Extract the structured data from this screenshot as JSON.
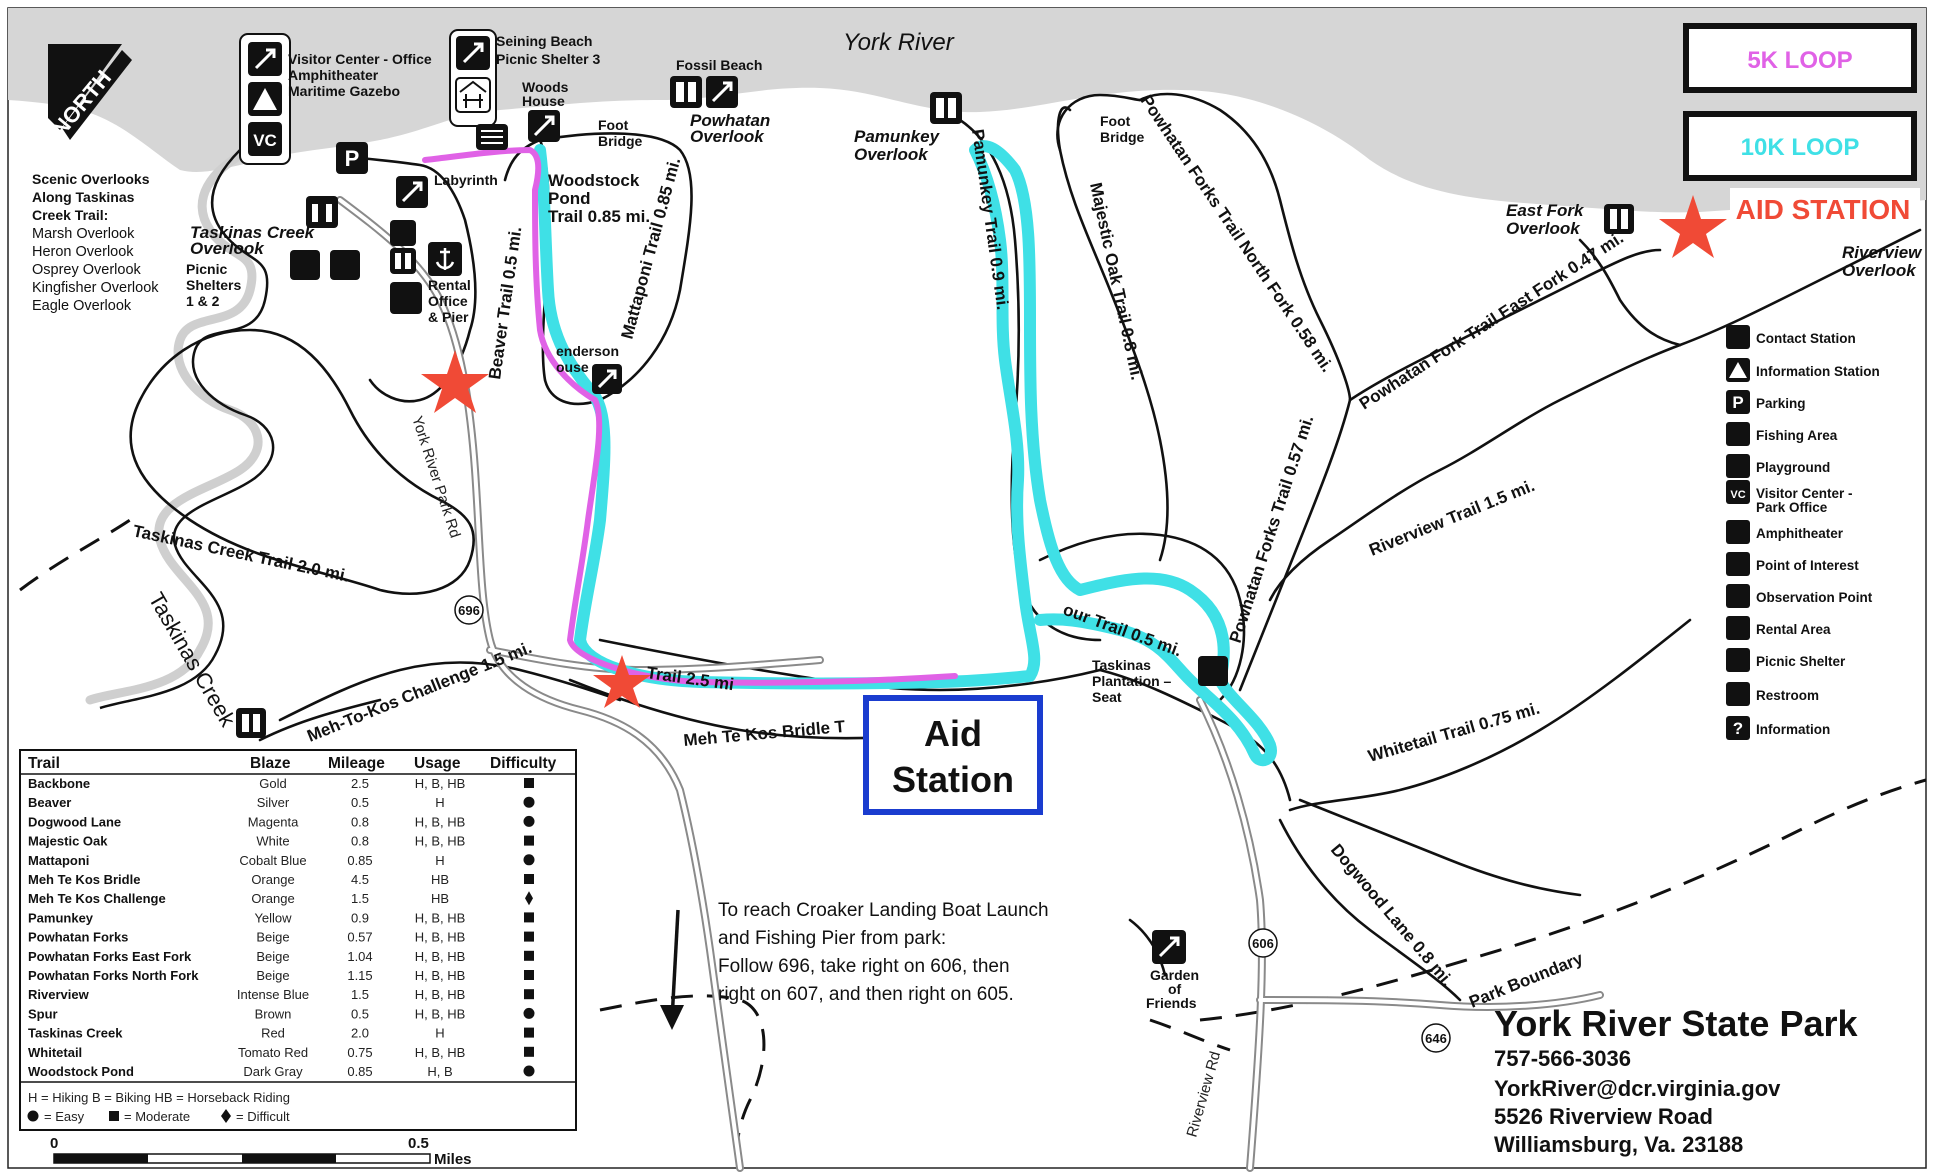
{
  "river": {
    "name": "York River"
  },
  "north_label": "NORTH",
  "loops": {
    "five_k": "5K LOOP",
    "ten_k": "10K LOOP",
    "aid_station_label": "AID STATION"
  },
  "colors": {
    "five_k": "#e062e6",
    "ten_k": "#3fe0e6",
    "aid_box": "#1a3ccf",
    "aid_star": "#f04a36",
    "water": "#d6d6d6",
    "trail": "#111111"
  },
  "aid_box": {
    "line1": "Aid",
    "line2": "Station"
  },
  "places": {
    "visitor_center": "Visitor Center - Office",
    "amphitheater": "Amphitheater",
    "gazebo": "Maritime Gazebo",
    "seining1": "Seining Beach",
    "seining2": "Picnic Shelter 3",
    "woods1": "Woods",
    "woods2": "House",
    "foot_bridge1": "Foot",
    "foot_bridge2": "Bridge",
    "fossil_beach": "Fossil Beach",
    "powhatan_ov1": "Powhatan",
    "powhatan_ov2": "Overlook",
    "labyrinth": "Labyrinth",
    "woodstock1": "Woodstock",
    "woodstock2": "Pond",
    "woodstock3": "Trail 0.85 mi.",
    "pamunkey_ov1": "Pamunkey",
    "pamunkey_ov2": "Overlook",
    "foot_bridge3": "Foot",
    "foot_bridge4": "Bridge",
    "east_fork1": "East Fork",
    "east_fork2": "Overlook",
    "riverview_ov1": "Riverview",
    "riverview_ov2": "Overlook",
    "scenic": [
      "Scenic Overlooks",
      "Along Taskinas",
      "Creek Trail:"
    ],
    "scenic_list": [
      "Marsh Overlook",
      "Heron Overlook",
      "Osprey Overlook",
      "Kingfisher Overlook",
      "Eagle Overlook"
    ],
    "taskinas_ov1": "Taskinas Creek",
    "taskinas_ov2": "Overlook",
    "picnic1": "Picnic",
    "picnic2": "Shelters",
    "picnic3": "1 & 2",
    "rental1": "Rental",
    "rental2": "Office",
    "rental3": "& Pier",
    "henderson1": "enderson",
    "henderson2": "ouse",
    "plantation1": "Taskinas",
    "plantation2": "Plantation –",
    "plantation3": "Seat",
    "garden1": "Garden",
    "garden2": "of",
    "garden3": "Friends",
    "taskinas_creek": "Taskinas Creek"
  },
  "trail_labels": {
    "beaver": "Beaver Trail 0.5 mi.",
    "mattaponi": "Mattaponi Trail 0.85 mi.",
    "pamunkey": "Pamunkey Trail 0.9 mi.",
    "majestic": "Majestic Oak Trail 0.8 mi.",
    "pf_north": "Powhatan Forks Trail North Fork 0.58 mi.",
    "pf_east": "Powhatan Fork Trail East Fork 0.47 mi.",
    "pf": "Powhatan Forks Trail 0.57 mi.",
    "riverview": "Riverview Trail 1.5 mi.",
    "spur": "our Trail 0.5 mi.",
    "whitetail": "Whitetail Trail 0.75 mi.",
    "dogwood": "Dogwood Lane 0.8 mi.",
    "taskinas": "Taskinas Creek Trail 2.0 mi.",
    "mehtokos": "Meh-To-Kos Challenge 1.5 mi.",
    "bridle": "Meh Te Kos Bridle T",
    "backbone": "Trail 2.5 mi",
    "york_river_rd": "York River Park Rd",
    "riverview_rd": "Riverview Rd",
    "park_boundary": "Park Boundary",
    "r696": "696",
    "r606": "606",
    "r646": "646"
  },
  "legend": {
    "items": [
      "Contact Station",
      "Information Station",
      "Parking",
      "Fishing Area",
      "Playground",
      "Visitor Center -",
      "Park Office",
      "Amphitheater",
      "Point of Interest",
      "Observation Point",
      "Rental Area",
      "Picnic Shelter",
      "Restroom",
      "Information"
    ],
    "vc": "VC",
    "p": "P",
    "q": "?"
  },
  "directions": [
    "To reach Croaker Landing Boat Launch",
    "and Fishing Pier from park:",
    "Follow 696, take right on 606, then",
    "right on 607, and then right on 605."
  ],
  "park_info": {
    "name": "York River State Park",
    "phone": "757-566-3036",
    "email": "YorkRiver@dcr.virginia.gov",
    "address": "5526 Riverview Road",
    "city": "Williamsburg, Va. 23188"
  },
  "table": {
    "headers": [
      "Trail",
      "Blaze",
      "Mileage",
      "Usage",
      "Difficulty"
    ],
    "rows": [
      {
        "name": "Backbone",
        "blaze": "Gold",
        "mileage": "2.5",
        "usage": "H, B, HB",
        "difficulty": "moderate"
      },
      {
        "name": "Beaver",
        "blaze": "Silver",
        "mileage": "0.5",
        "usage": "H",
        "difficulty": "easy"
      },
      {
        "name": "Dogwood Lane",
        "blaze": "Magenta",
        "mileage": "0.8",
        "usage": "H, B, HB",
        "difficulty": "easy"
      },
      {
        "name": "Majestic Oak",
        "blaze": "White",
        "mileage": "0.8",
        "usage": "H, B, HB",
        "difficulty": "moderate"
      },
      {
        "name": "Mattaponi",
        "blaze": "Cobalt Blue",
        "mileage": "0.85",
        "usage": "H",
        "difficulty": "easy"
      },
      {
        "name": "Meh Te Kos Bridle",
        "blaze": "Orange",
        "mileage": "4.5",
        "usage": "HB",
        "difficulty": "moderate"
      },
      {
        "name": "Meh Te Kos Challenge",
        "blaze": "Orange",
        "mileage": "1.5",
        "usage": "HB",
        "difficulty": "difficult"
      },
      {
        "name": "Pamunkey",
        "blaze": "Yellow",
        "mileage": "0.9",
        "usage": "H, B, HB",
        "difficulty": "moderate"
      },
      {
        "name": "Powhatan Forks",
        "blaze": "Beige",
        "mileage": "0.57",
        "usage": "H, B, HB",
        "difficulty": "moderate"
      },
      {
        "name": "Powhatan Forks East Fork",
        "blaze": "Beige",
        "mileage": "1.04",
        "usage": "H, B, HB",
        "difficulty": "moderate"
      },
      {
        "name": "Powhatan Forks North Fork",
        "blaze": "Beige",
        "mileage": "1.15",
        "usage": "H, B, HB",
        "difficulty": "moderate"
      },
      {
        "name": "Riverview",
        "blaze": "Intense Blue",
        "mileage": "1.5",
        "usage": "H, B, HB",
        "difficulty": "moderate"
      },
      {
        "name": "Spur",
        "blaze": "Brown",
        "mileage": "0.5",
        "usage": "H, B, HB",
        "difficulty": "easy"
      },
      {
        "name": "Taskinas Creek",
        "blaze": "Red",
        "mileage": "2.0",
        "usage": "H",
        "difficulty": "moderate"
      },
      {
        "name": "Whitetail",
        "blaze": "Tomato Red",
        "mileage": "0.75",
        "usage": "H, B, HB",
        "difficulty": "moderate"
      },
      {
        "name": "Woodstock Pond",
        "blaze": "Dark Gray",
        "mileage": "0.85",
        "usage": "H, B",
        "difficulty": "easy"
      }
    ],
    "key_line1": "H = Hiking   B = Biking   HB = Horseback Riding",
    "key_easy": "= Easy",
    "key_moderate": "= Moderate",
    "key_difficult": "= Difficult"
  },
  "scale": {
    "zero": "0",
    "half": "0.5",
    "unit": "Miles"
  }
}
